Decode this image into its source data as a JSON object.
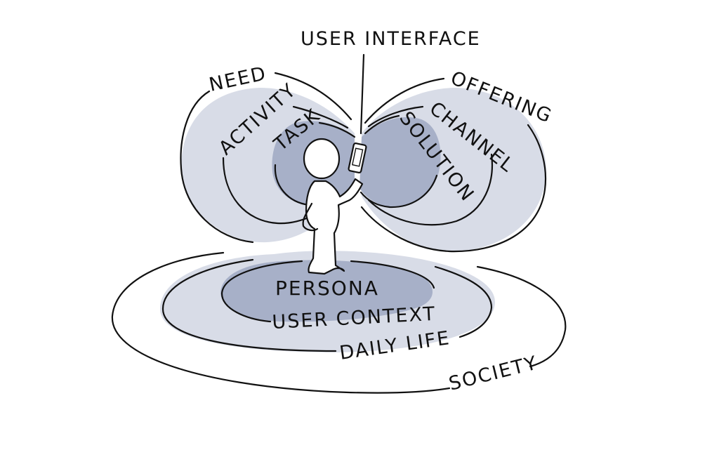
{
  "colors": {
    "outer_fill": "#d8dce7",
    "inner_fill": "#a7b0c8",
    "line": "#111111",
    "background": "#ffffff"
  },
  "labels": {
    "user_interface": "USER INTERFACE",
    "need": "NEED",
    "activity": "ACTIVITY",
    "task": "TASK",
    "offering": "OFFERING",
    "channel": "CHANNEL",
    "solution": "SOLUTION",
    "persona": "PERSONA",
    "user_context": "USER CONTEXT",
    "daily_life": "DAILY LIFE",
    "society": "SOCIETY"
  },
  "icons": {
    "figure": "person-icon",
    "device": "phone-icon"
  }
}
